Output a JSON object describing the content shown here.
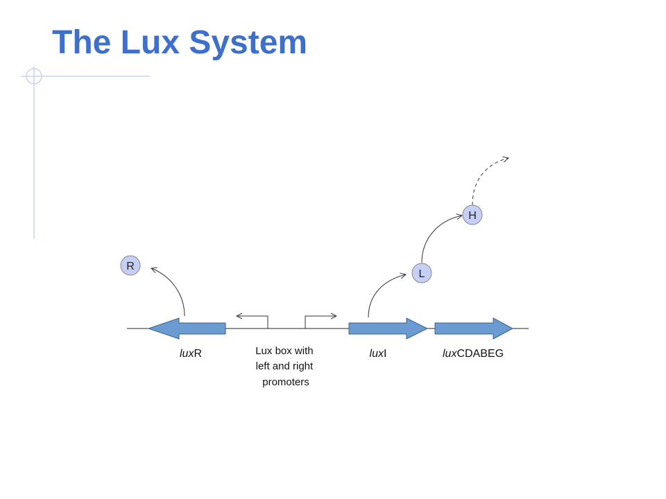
{
  "slide": {
    "title": "The Lux System"
  },
  "diagram": {
    "genes": {
      "luxR": {
        "italic": "lux",
        "plain": "R"
      },
      "luxI": {
        "italic": "lux",
        "plain": "I"
      },
      "luxCDABEG": {
        "italic": "lux",
        "plain": "CDABEG"
      }
    },
    "lux_box_lines": [
      "Lux box with",
      "left and right",
      "promoters"
    ],
    "nodes": {
      "R": "R",
      "L": "L",
      "H": "H"
    },
    "colors": {
      "title": "#3d6fcc",
      "gene_fill": "#6a9bd1",
      "node_fill": "#c6cff5",
      "accent_lines": "#c8d4ee"
    }
  }
}
